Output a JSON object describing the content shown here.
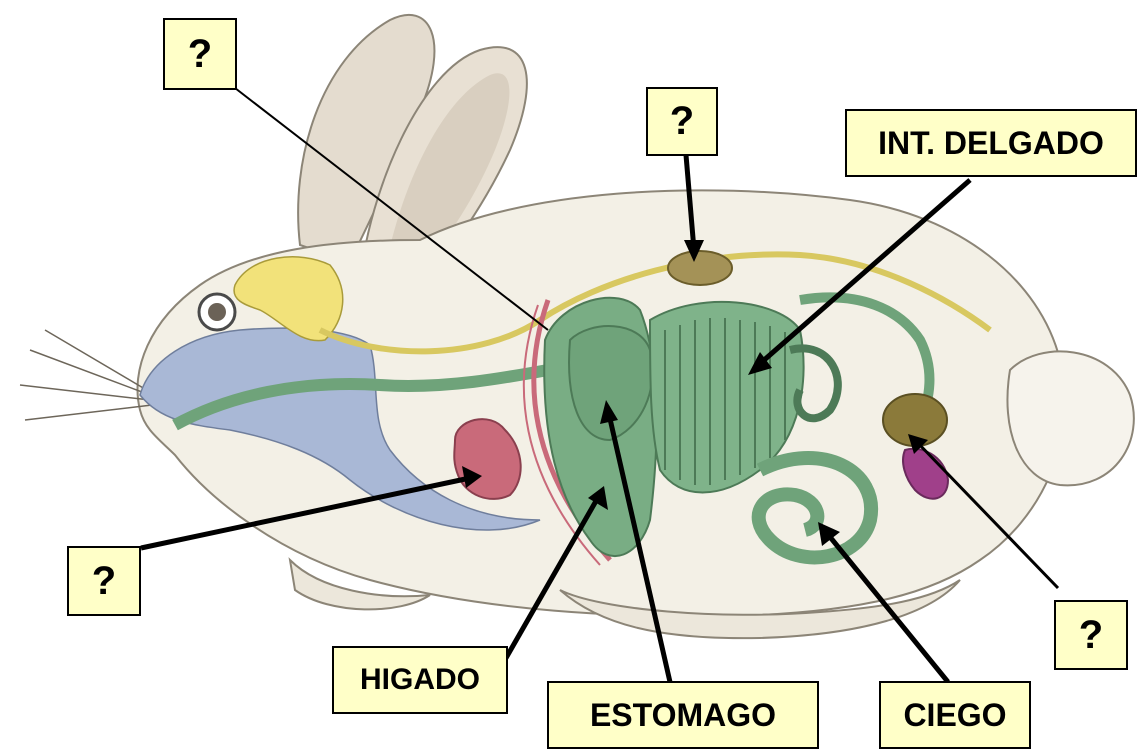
{
  "labels": {
    "q_top": "?",
    "q_nerve": "?",
    "int_delgado": "INT. DELGADO",
    "q_left": "?",
    "q_right": "?",
    "higado": "HIGADO",
    "estomago": "ESTOMAGO",
    "ciego": "CIEGO"
  },
  "colors": {
    "label_fill": "#ffffc8",
    "body_fill": "#f3f0e6",
    "ear_fill": "#e4dccf",
    "gut_green": "#6fa37a",
    "nerve_yellow": "#f2e27a",
    "mouth_blue": "#a9b8d6",
    "organ_pink": "#c96a7a",
    "gland_brown": "#8b7a3a",
    "anus_magenta": "#a0408a"
  }
}
